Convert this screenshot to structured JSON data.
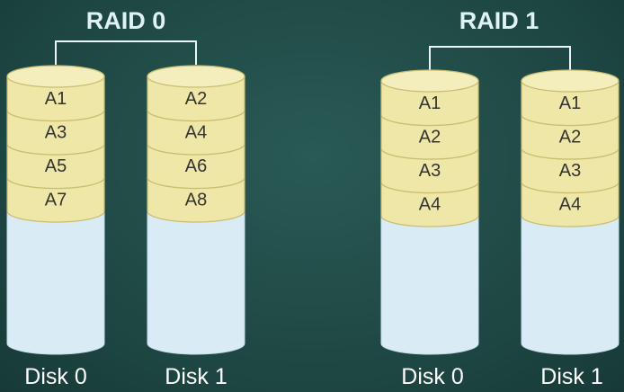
{
  "groups": [
    {
      "title": "RAID 0",
      "disks": [
        {
          "label": "Disk 0",
          "blocks": [
            "A1",
            "A3",
            "A5",
            "A7"
          ]
        },
        {
          "label": "Disk 1",
          "blocks": [
            "A2",
            "A4",
            "A6",
            "A8"
          ]
        }
      ]
    },
    {
      "title": "RAID 1",
      "disks": [
        {
          "label": "Disk 0",
          "blocks": [
            "A1",
            "A2",
            "A3",
            "A4"
          ]
        },
        {
          "label": "Disk 1",
          "blocks": [
            "A1",
            "A2",
            "A3",
            "A4"
          ]
        }
      ]
    }
  ],
  "colors": {
    "background": "#1f4a47",
    "block_fill": "#efe7a8",
    "block_edge": "#c9bd72",
    "disk_empty": "#d9ecf6",
    "connector": "#e9f6f6"
  }
}
